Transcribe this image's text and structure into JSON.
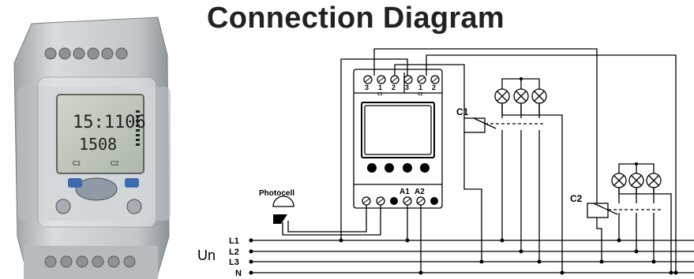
{
  "title": "Connection Diagram",
  "device_display": {
    "line1": "15:1106",
    "line2": "1508",
    "channel1": "C1",
    "channel2": "C2"
  },
  "diagram": {
    "top_terminals": [
      "3",
      "1",
      "2",
      "3",
      "1",
      "2"
    ],
    "channel_marks": [
      "C1",
      "C2"
    ],
    "contactor_labels": [
      "C1",
      "C2"
    ],
    "photocell_label": "Photocell",
    "coil_labels": [
      "A1",
      "A2"
    ],
    "supply_label": "Un",
    "line_labels": [
      "L1",
      "L2",
      "L3",
      "N"
    ]
  },
  "colors": {
    "title": "#222222",
    "wire": "#000000",
    "photo_housing": "#c9ccce"
  }
}
